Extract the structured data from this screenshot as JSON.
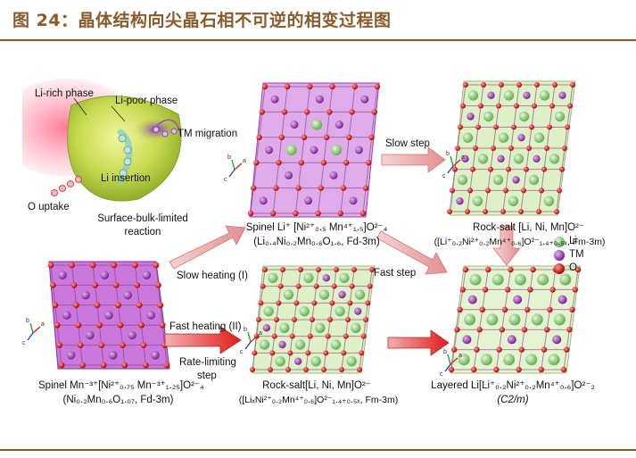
{
  "header": {
    "title": "图 24：晶体结构向尖晶石相不可逆的相变过程图"
  },
  "diagram": {
    "particle": {
      "li_rich": "Li-rich phase",
      "li_poor": "Li-poor phase",
      "tm_migration": "TM migration",
      "li_insertion": "Li insertion",
      "o_uptake": "O uptake",
      "reaction_1": "Surface-bulk-limited",
      "reaction_2": "reaction"
    },
    "arrows": {
      "slow_heating": "Slow heating (I)",
      "fast_heating": "Fast heating (II)",
      "rate_limiting_1": "Rate-limiting",
      "rate_limiting_2": "step",
      "slow_step": "Slow step",
      "fast_step": "Fast step"
    },
    "legend": {
      "li": "Li",
      "tm": "TM",
      "o": "O"
    },
    "labels": {
      "spinel_top_1": "Spinel Li⁺ [Ni²⁺₀.₅ Mn⁴⁺₁.₅]O²⁻₄",
      "spinel_top_2": "(Li₀.₄Ni₀.₂Mn₀.₆O₁.₆, Fd-3m)",
      "rocksalt_top_1": "Rock-salt [Li, Ni, Mn]O²⁻",
      "rocksalt_top_2": "([Li⁺₀.₂Ni²⁺₀.₂Mn⁴⁺₀.₆]O²⁻₁.₄₊₀.₅ₓ, Fm-3m)",
      "spinel_bot_1": "Spinel Mn⁻³⁺[Ni²⁺₀.₇₅ Mn⁻³⁺₁.₂₅]O²⁻₄",
      "spinel_bot_2": "(Ni₀.₂Mn₀.₆O₁.₀₇, Fd-3m)",
      "rocksalt_bot_1": "Rock-salt[Li, Ni, Mn]O²⁻",
      "rocksalt_bot_2": "([LiₓNi²⁺₀.₂Mn⁴⁺₀.₆]O²⁻₁.₄₊₀.₅ₓ, Fm-3m)",
      "layered_1": "Layered Li[Li⁺₀.₂Ni²⁺₀.₂Mn⁴⁺₀.₆]O²⁻₂",
      "layered_2": "(C2/m)"
    },
    "axes": {
      "a": "a",
      "b": "b",
      "c": "c"
    }
  },
  "colors": {
    "li": "#7fcc6e",
    "tm": "#9b3fb5",
    "o": "#dd1c1c",
    "spinel_fill": "#c466d6",
    "rocksalt_fill": "#d7ecb8",
    "arrow": "#e9a0a0",
    "header": "#8b5a2b"
  }
}
